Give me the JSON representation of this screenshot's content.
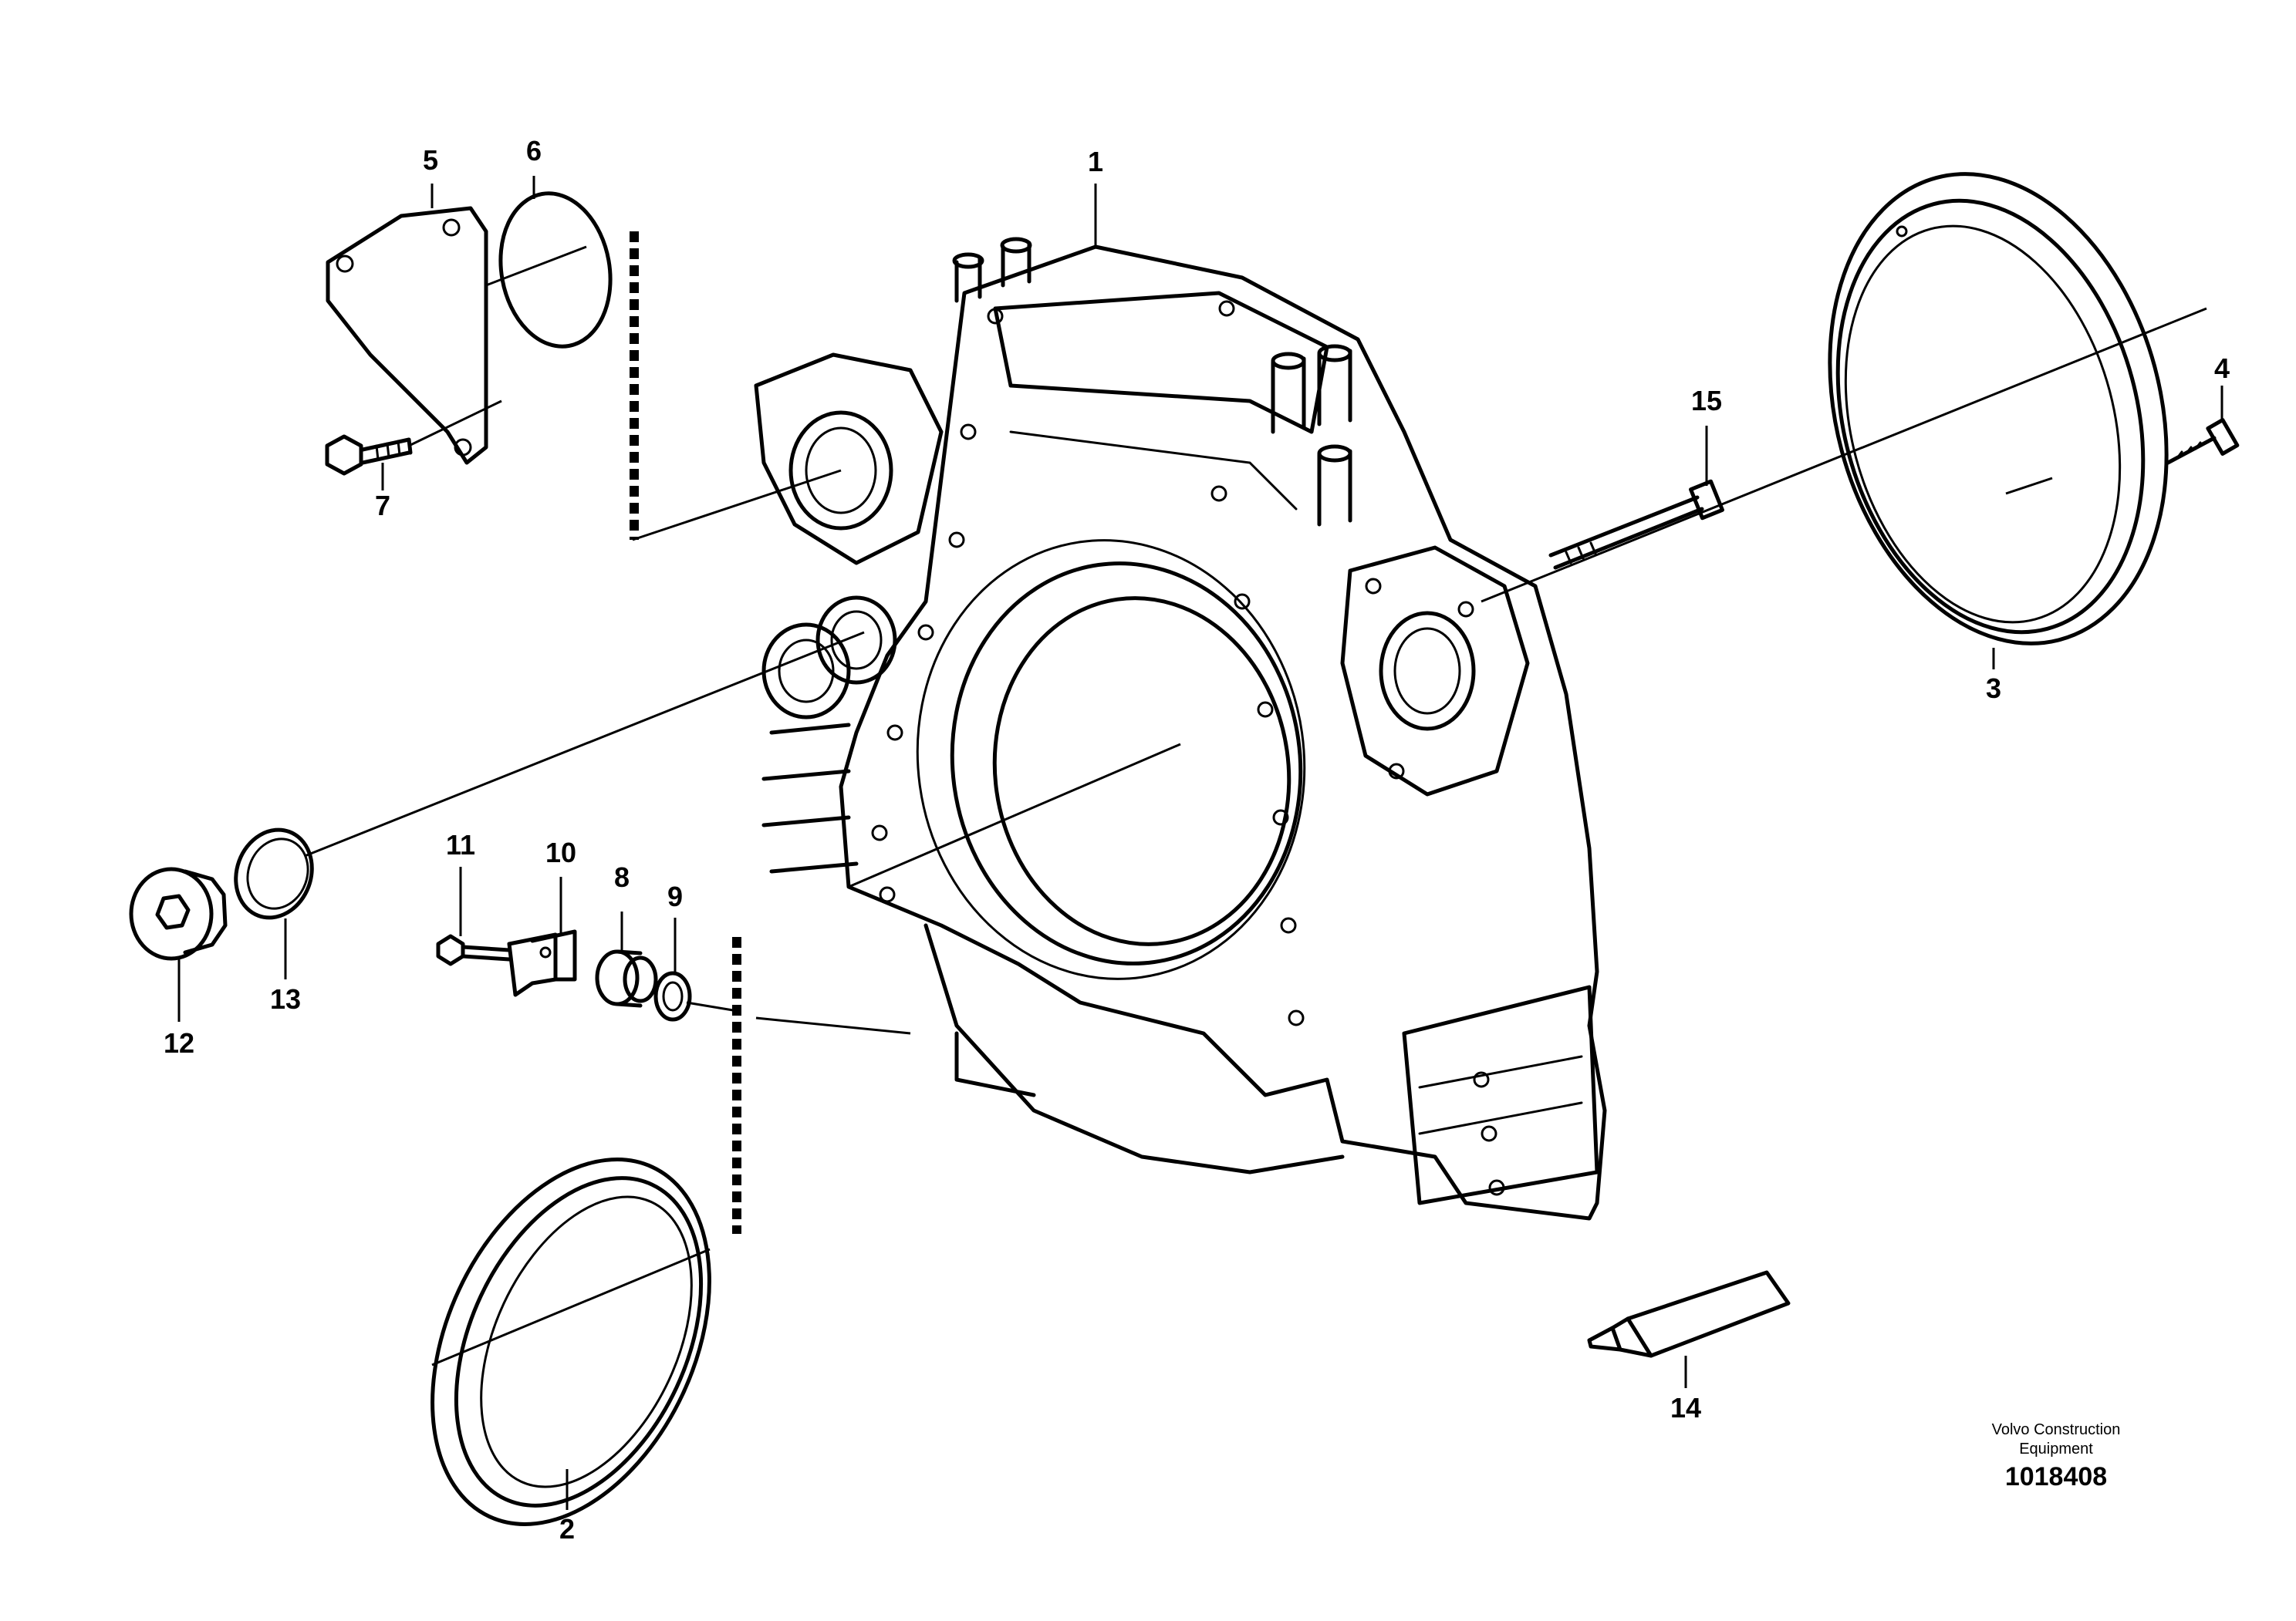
{
  "callouts": {
    "c1": "1",
    "c2": "2",
    "c3": "3",
    "c4": "4",
    "c5": "5",
    "c6": "6",
    "c7": "7",
    "c8": "8",
    "c9": "9",
    "c10": "10",
    "c11": "11",
    "c12": "12",
    "c13": "13",
    "c14": "14",
    "c15": "15"
  },
  "footer": {
    "publisher": "Volvo Construction Equipment",
    "illustration_number": "1018408"
  },
  "colors": {
    "ink": "#000000",
    "paper": "#ffffff"
  }
}
